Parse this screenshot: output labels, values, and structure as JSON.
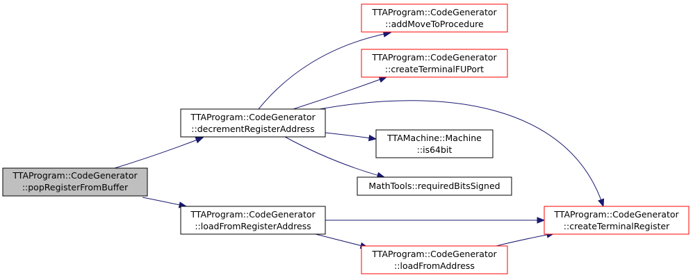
{
  "colors": {
    "edge": "#191970",
    "root_fill": "#bfbfbf",
    "root_border": "#000000",
    "normal_border": "#000000",
    "red_border": "#ff0000",
    "node_fill": "#ffffff"
  },
  "nodes": {
    "pop": {
      "line1": "TTAProgram::CodeGenerator",
      "line2": "::popRegisterFromBuffer",
      "style": "root"
    },
    "decrement": {
      "line1": "TTAProgram::CodeGenerator",
      "line2": "::decrementRegisterAddress",
      "style": "normal"
    },
    "loadFromReg": {
      "line1": "TTAProgram::CodeGenerator",
      "line2": "::loadFromRegisterAddress",
      "style": "normal"
    },
    "addMove": {
      "line1": "TTAProgram::CodeGenerator",
      "line2": "::addMoveToProcedure",
      "style": "red"
    },
    "createFU": {
      "line1": "TTAProgram::CodeGenerator",
      "line2": "::createTerminalFUPort",
      "style": "red"
    },
    "is64": {
      "line1": "TTAMachine::Machine",
      "line2": "::is64bit",
      "style": "normal"
    },
    "reqBits": {
      "line1": "MathTools::requiredBitsSigned",
      "line2": "",
      "style": "normal"
    },
    "createReg": {
      "line1": "TTAProgram::CodeGenerator",
      "line2": "::createTerminalRegister",
      "style": "red"
    },
    "loadFromAddr": {
      "line1": "TTAProgram::CodeGenerator",
      "line2": "::loadFromAddress",
      "style": "red"
    }
  },
  "edges": [
    {
      "from": "pop",
      "to": "decrement"
    },
    {
      "from": "pop",
      "to": "loadFromReg"
    },
    {
      "from": "decrement",
      "to": "addMove"
    },
    {
      "from": "decrement",
      "to": "createFU"
    },
    {
      "from": "decrement",
      "to": "createReg"
    },
    {
      "from": "decrement",
      "to": "is64"
    },
    {
      "from": "decrement",
      "to": "reqBits"
    },
    {
      "from": "loadFromReg",
      "to": "createReg"
    },
    {
      "from": "loadFromReg",
      "to": "loadFromAddr"
    },
    {
      "from": "loadFromAddr",
      "to": "createReg"
    }
  ]
}
